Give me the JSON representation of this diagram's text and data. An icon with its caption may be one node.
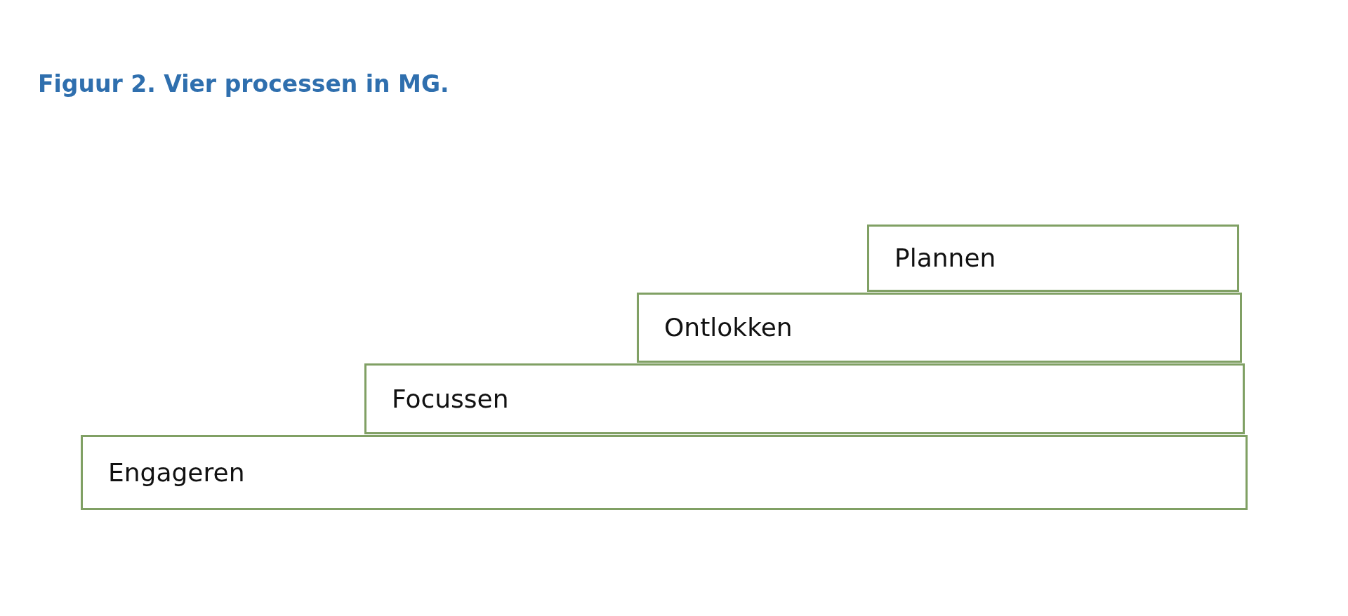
{
  "diagram": {
    "title": "Figuur 2. Vier processen in MG.",
    "nodes": [
      {
        "text": [
          "Plannen"
        ]
      },
      {
        "text": [
          "Ontlokken"
        ]
      },
      {
        "text": [
          "Focussen"
        ]
      },
      {
        "text": [
          "Engageren"
        ]
      }
    ],
    "edges": []
  }
}
